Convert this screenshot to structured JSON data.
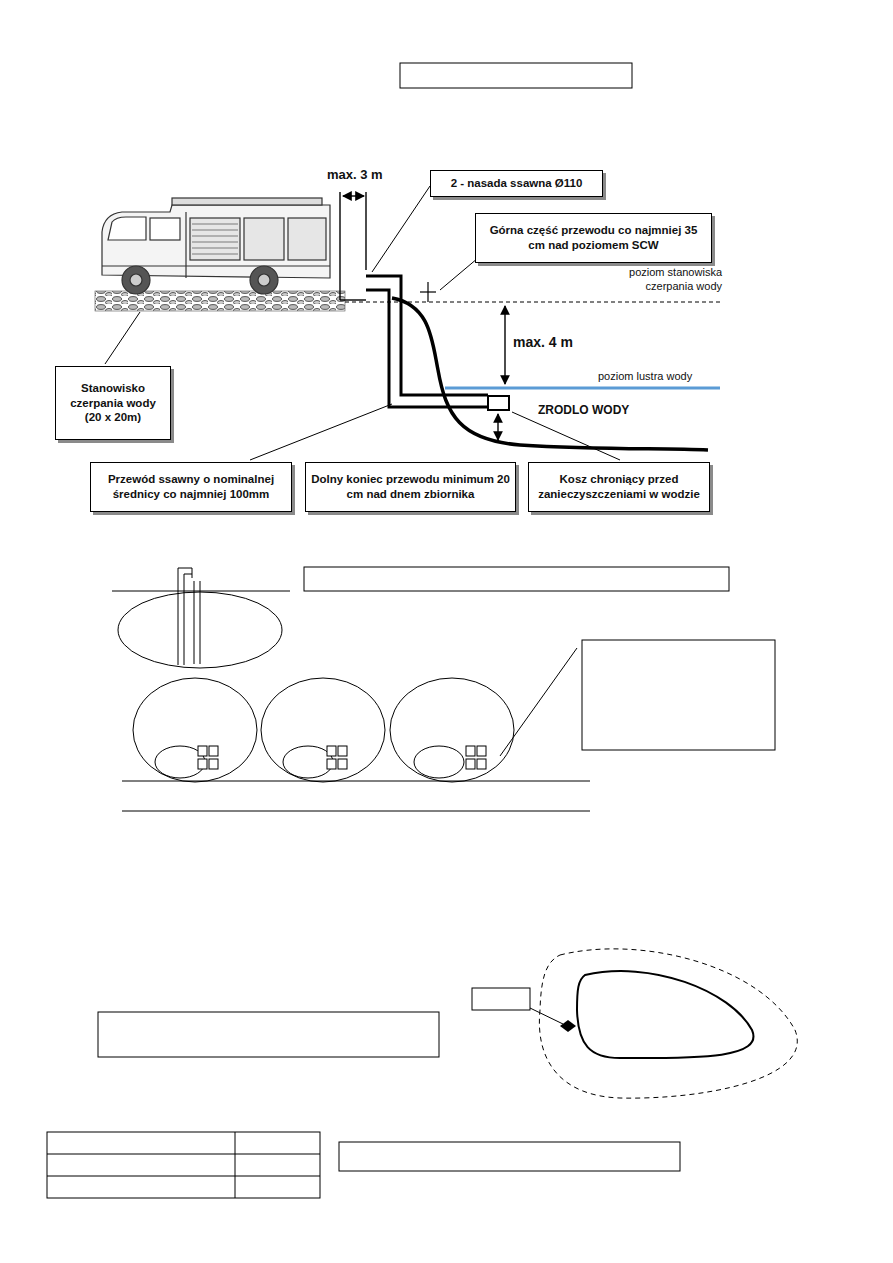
{
  "diagram": {
    "nodes": [
      {
        "text": [
          "2 - nasada ssawna Ø110"
        ]
      },
      {
        "text": [
          "Górna część przewodu co najmniej 35 cm nad poziomem SCW"
        ]
      },
      {
        "text": [
          "Stanowisko czerpania wody (20 x 20m)"
        ]
      },
      {
        "text": [
          "Przewód ssawny o nominalnej średnicy co najmniej 100mm"
        ]
      },
      {
        "text": [
          "Dolny koniec przewodu minimum 20 cm nad dnem zbiornika"
        ]
      },
      {
        "text": [
          "Kosz chroniący przed zanieczyszczeniami w wodzie"
        ]
      }
    ],
    "labels": [
      "max. 3 m",
      "poziom stanowiska czerpania wody",
      "max. 4 m",
      "poziom lustra wody",
      "ZRODLO WODY"
    ]
  }
}
